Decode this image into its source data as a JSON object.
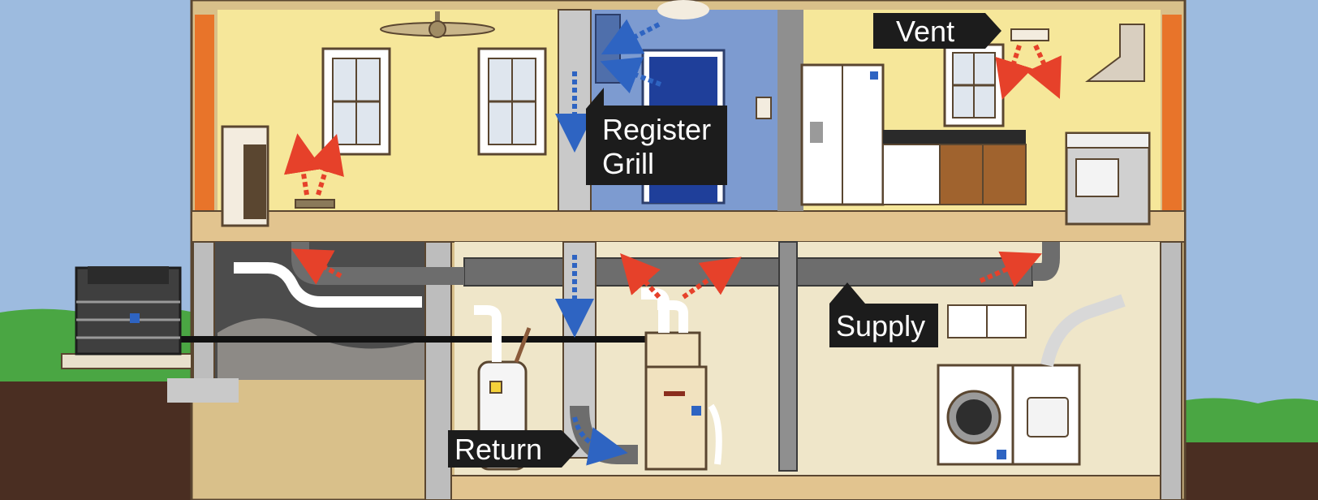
{
  "diagram": {
    "labels": {
      "vent": "Vent",
      "register_grill_line1": "Register",
      "register_grill_line2": "Grill",
      "supply": "Supply",
      "return": "Return"
    },
    "colors": {
      "sky": "#9dbbdf",
      "grass": "#4aa643",
      "soil": "#4a2e22",
      "wall_yellow": "#f6e79a",
      "floor_wood": "#e2c48f",
      "basement_wall": "#efe6c9",
      "insulation_orange": "#e8742a",
      "duct_gray": "#6d6d6d",
      "callout_bg": "#1c1c1c",
      "warm_arrow": "#e6412a",
      "cool_arrow": "#2e64c2",
      "hallway_blue": "#7d9bd0",
      "door_blue": "#1f3f9a"
    }
  }
}
